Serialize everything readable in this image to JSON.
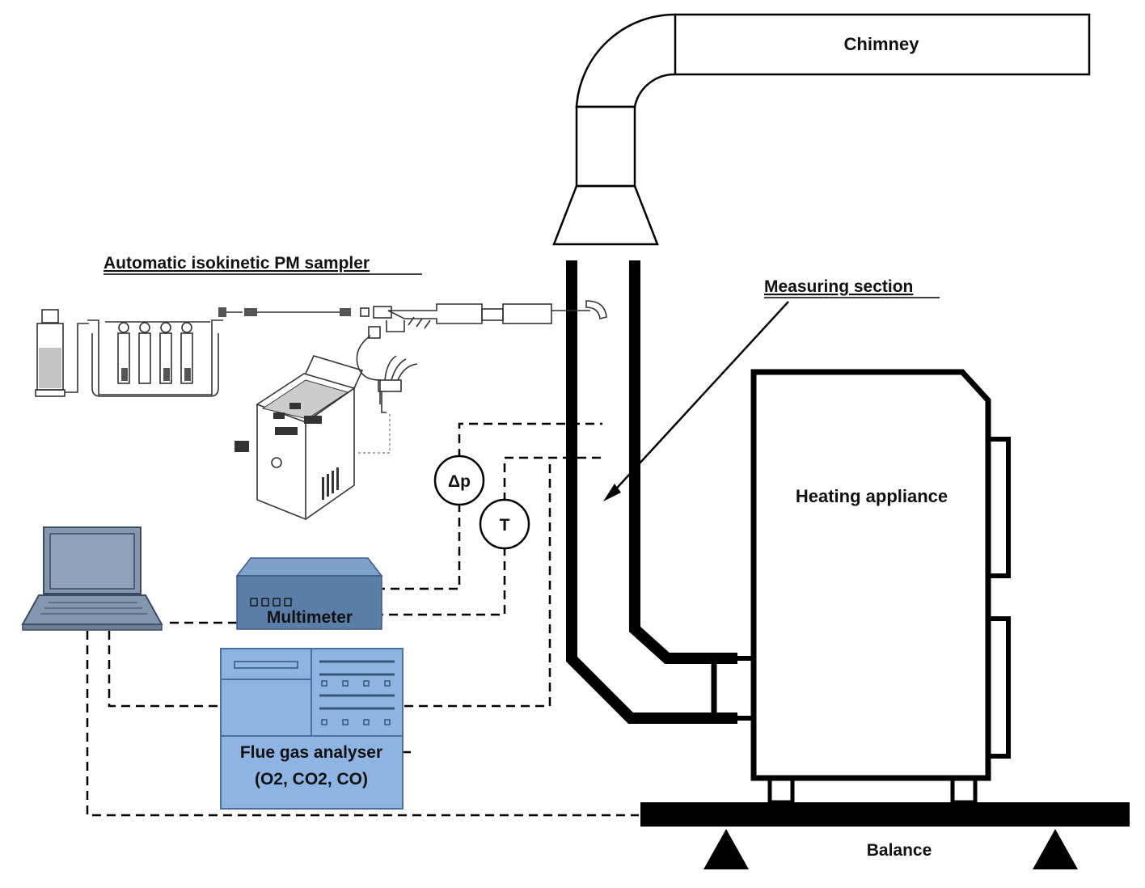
{
  "labels": {
    "chimney": "Chimney",
    "sampler": "Automatic isokinetic PM sampler",
    "measuring_section": "Measuring section",
    "heating_appliance": "Heating appliance",
    "delta_p": "Δp",
    "temperature": "T",
    "multimeter": "Multimeter",
    "flue_gas_line1": "Flue gas analyser",
    "flue_gas_line2": "(O2, CO2, CO)",
    "balance": "Balance"
  },
  "colors": {
    "analyser_fill": "#8db4e2",
    "analyser_stroke": "#4a6fa0",
    "multimeter_fill": "#5b7ea8",
    "multimeter_top": "#7fa0c8",
    "laptop_fill": "#8496b0",
    "line": "#000000"
  }
}
